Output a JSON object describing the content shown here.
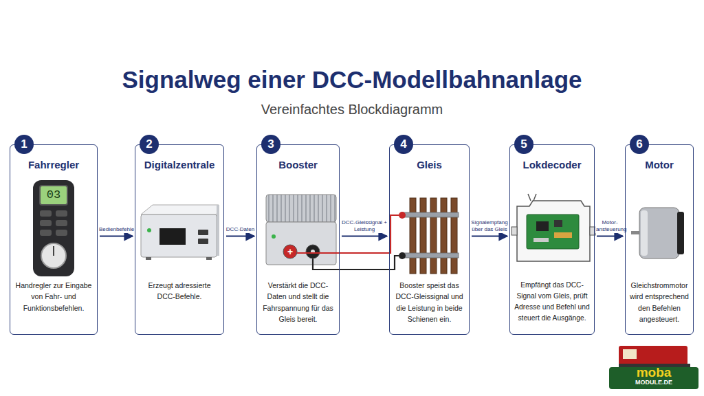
{
  "diagram": {
    "title": "Signalweg einer DCC-Modellbahnanlage",
    "nodes": [
      {
        "text": [
          "1",
          "Fahrregler",
          "Handregler zur Eingabe von Fahr- und Funktionsbefehlen."
        ]
      },
      {
        "text": [
          "2",
          "Digitalzentrale",
          "Erzeugt adressierte DCC-Befehle."
        ]
      },
      {
        "text": [
          "3",
          "Booster",
          "Verstärkt die DCC-Daten und stellt die Fahrspannung für das Gleis bereit."
        ]
      },
      {
        "text": [
          "4",
          "Gleis",
          "Booster speist das DCC-Gleissignal und die Leistung in beide Schienen ein."
        ]
      },
      {
        "text": [
          "5",
          "Lokdecoder",
          "Empfängt das DCC-Signal vom Gleis, prüft Adresse und Befehl und steuert die Ausgänge."
        ]
      },
      {
        "text": [
          "6",
          "Motor",
          "Gleichstrommotor wird entsprechend den Befehlen angesteuert."
        ]
      }
    ],
    "edges": [
      {
        "from": 0,
        "to": 1,
        "arrow": "to",
        "label": "Bedienbefehle"
      },
      {
        "from": 1,
        "to": 2,
        "arrow": "to",
        "label": "DCC-Daten"
      },
      {
        "from": 2,
        "to": 3,
        "arrow": "to",
        "label": "DCC-Gleissignal + Leistung"
      },
      {
        "from": 3,
        "to": 4,
        "arrow": "to",
        "label": "Signalempfang über das Gleis"
      },
      {
        "from": 4,
        "to": 5,
        "arrow": "to",
        "label": "Motor- ansteuerung"
      }
    ],
    "labels": [
      "Vereinfachtes Blockdiagramm",
      "03",
      "+",
      "moba",
      "MODULE.DE"
    ]
  }
}
